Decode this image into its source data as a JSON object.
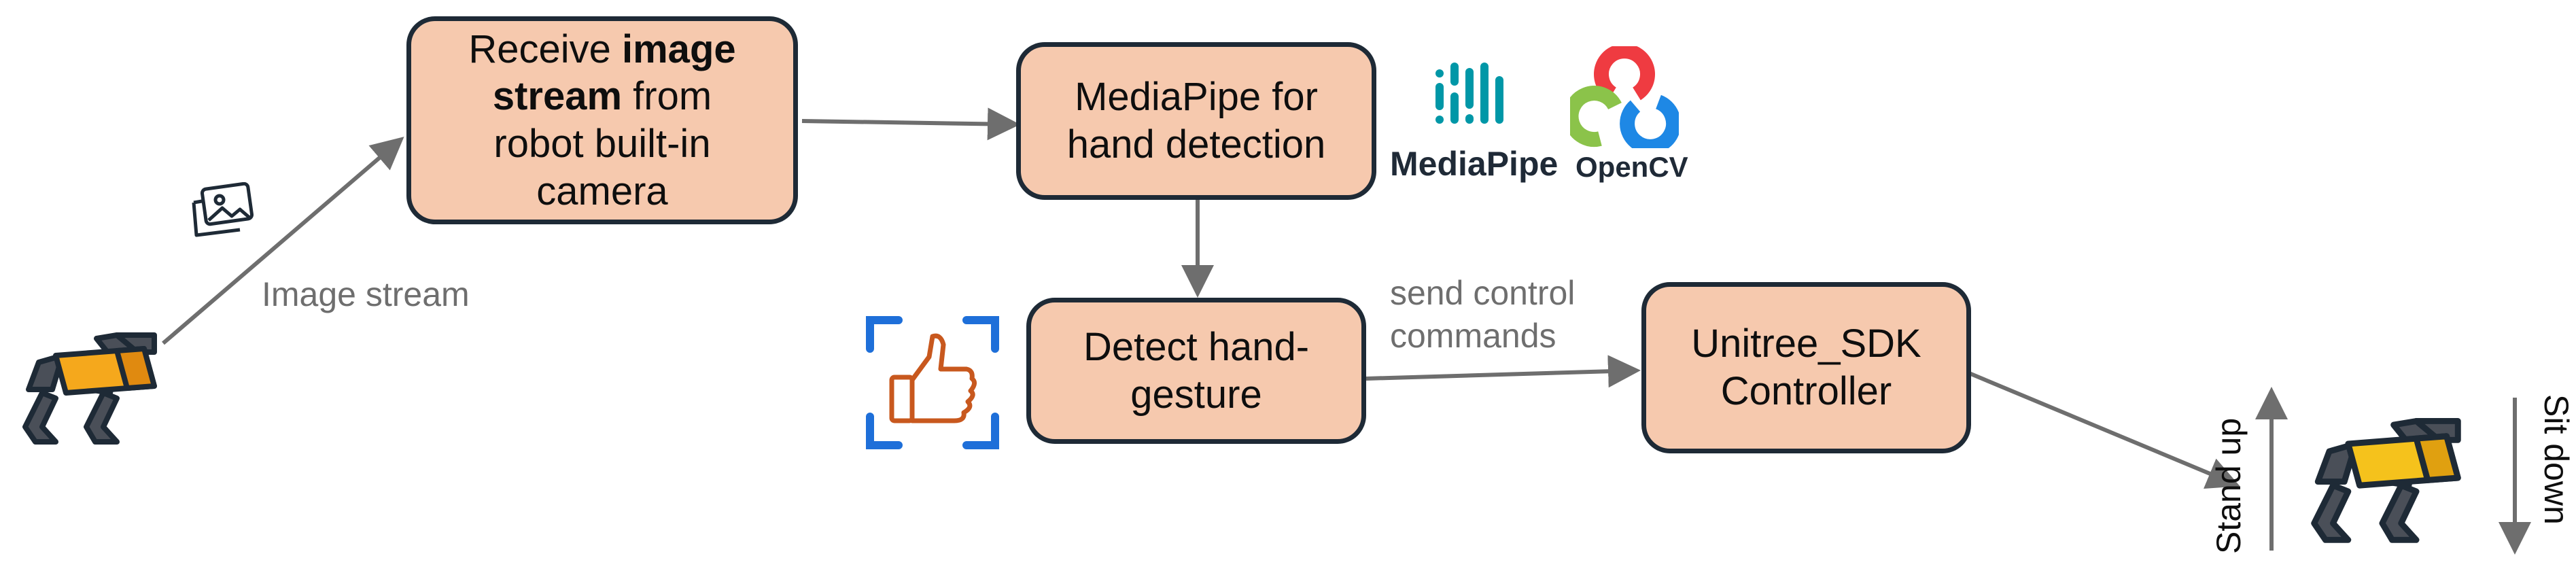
{
  "nodes": {
    "receive": {
      "line1_prefix": "Receive ",
      "line1_bold": "image",
      "line2_bold": "stream",
      "line2_suffix": " from",
      "line3": "robot built-in",
      "line4": "camera"
    },
    "mediapipe": {
      "line1": "MediaPipe for",
      "line2": "hand detection"
    },
    "detect": {
      "line1": "Detect hand-",
      "line2": "gesture"
    },
    "controller": {
      "line1": "Unitree_SDK",
      "line2": "Controller"
    }
  },
  "edge_labels": {
    "image_stream": "Image stream",
    "send_control_line1": "send control",
    "send_control_line2": "commands"
  },
  "logos": {
    "mediapipe": "MediaPipe",
    "opencv": "OpenCV"
  },
  "actions": {
    "up": "Stand up",
    "down": "Sit down"
  },
  "icons": [
    "robot-dog-icon",
    "image-gallery-icon",
    "thumbs-up-icon",
    "mediapipe-logo-icon",
    "opencv-logo-icon"
  ],
  "colors": {
    "box_fill": "#f6c9ae",
    "box_border": "#1e2a36",
    "arrow": "#6e6e6e",
    "robot_body": "#f5a81c",
    "mediapipe_teal": "#0097a7",
    "opencv_red": "#ef3b41",
    "opencv_green": "#8bc34a",
    "opencv_blue": "#1e88e5",
    "thumb_orange": "#c8581e",
    "focus_blue": "#1e6fd9"
  }
}
